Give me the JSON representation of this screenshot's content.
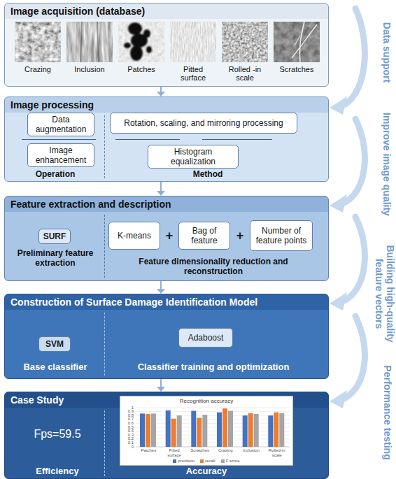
{
  "diagram": {
    "nodes": [
      {
        "text": [
          "Image acquisition (database)"
        ]
      },
      {
        "text": [
          "Crazing"
        ],
        "in": 0
      },
      {
        "text": [
          "Inclusion"
        ],
        "in": 0
      },
      {
        "text": [
          "Patches"
        ],
        "in": 0
      },
      {
        "text": [
          "Pitted surface"
        ],
        "in": 0
      },
      {
        "text": [
          "Rolled -in scale"
        ],
        "in": 0
      },
      {
        "text": [
          "Scratches"
        ],
        "in": 0
      },
      {
        "text": [
          "Image processing",
          "Operation",
          "Method"
        ]
      },
      {
        "text": [
          "Data augmentation"
        ],
        "in": 7
      },
      {
        "text": [
          "Image enhancement"
        ],
        "in": 7
      },
      {
        "text": [
          "Rotation, scaling, and mirroring processing"
        ],
        "in": 7
      },
      {
        "text": [
          "Histogram equalization"
        ],
        "in": 7
      },
      {
        "text": [
          "Feature extraction and description",
          "Preliminary feature extraction",
          "Feature dimensionality reduction and reconstruction"
        ]
      },
      {
        "text": [
          "SURF"
        ],
        "in": 12
      },
      {
        "text": [
          "K-means"
        ],
        "in": 12
      },
      {
        "text": [
          "Bag of feature"
        ],
        "in": 12
      },
      {
        "text": [
          "Number of feature points"
        ],
        "in": 12
      },
      {
        "text": [
          "Construction of Surface Damage Identification Model",
          "Base classifier",
          "Classifier training and optimization"
        ]
      },
      {
        "text": [
          "SVM"
        ],
        "in": 17
      },
      {
        "text": [
          "Adaboost"
        ],
        "in": 17
      },
      {
        "text": [
          "Case Study",
          "Fps=59.5",
          "Efficiency",
          "Accuracy"
        ]
      },
      {
        "text": [
          "Recognition accuracy"
        ],
        "in": 20
      }
    ],
    "edges": [
      {
        "from": 0,
        "to": 7,
        "arrow": "to"
      },
      {
        "from": 7,
        "to": 12,
        "arrow": "to"
      },
      {
        "from": 12,
        "to": 17,
        "arrow": "to"
      },
      {
        "from": 17,
        "to": 20,
        "arrow": "to"
      }
    ],
    "labels": [
      "Data support",
      "Improve image quality",
      "Building high-quality feature vectors",
      "Performance testing",
      "+",
      "+",
      "0",
      "0.1",
      "0.2",
      "0.3",
      "0.4",
      "0.5",
      "0.6",
      "0.7",
      "0.8",
      "0.9",
      "1",
      "Patches",
      "Pitted surface",
      "Scratches",
      "Crazing",
      "Inclusion",
      "Rolled-in scale"
    ],
    "legend": [
      {
        "text": "precision",
        "color": "#4472c4"
      },
      {
        "text": "recall",
        "color": "#ed7d31"
      },
      {
        "text": "F score",
        "color": "#a5a5a5"
      }
    ]
  }
}
